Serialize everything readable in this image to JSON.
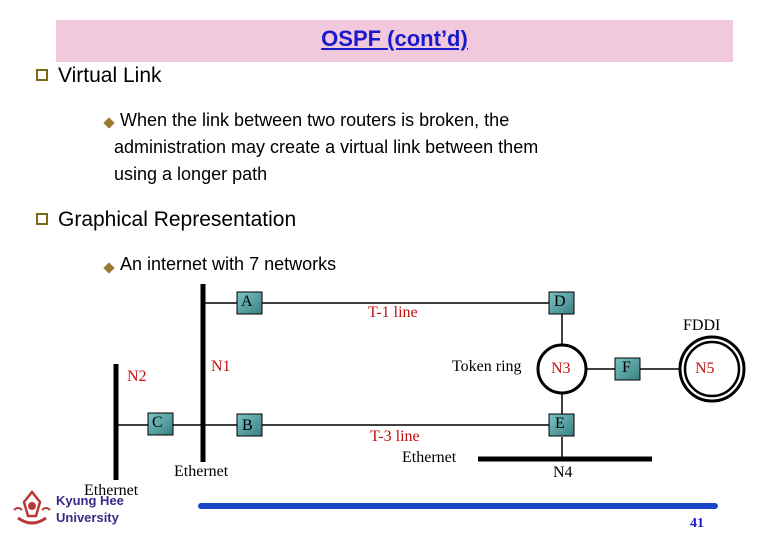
{
  "slide": {
    "title": "OSPF (cont’d)",
    "sections": [
      {
        "heading": "Virtual Link",
        "bullets": [
          "When the link between two routers is broken, the",
          "administration may create a virtual link between them",
          "using a longer path"
        ]
      },
      {
        "heading": "Graphical Representation",
        "bullets": [
          "An internet with 7 networks"
        ]
      }
    ],
    "footer": {
      "org_line1": "Kyung Hee",
      "org_line2": "University",
      "page": "41"
    }
  },
  "diagram": {
    "routers": [
      "A",
      "B",
      "C",
      "D",
      "E",
      "F"
    ],
    "labels": {
      "n1": "N1",
      "n2": "N2",
      "n3": "N3",
      "n4": "N4",
      "n5": "N5",
      "t1": "T-1 line",
      "t3": "T-3 line",
      "fddi": "FDDI",
      "token_ring": "Token ring",
      "ethernet_n1": "Ethernet",
      "ethernet_n2": "Ethernet",
      "ethernet_n4": "Ethernet"
    },
    "colors": {
      "router_fill": "#5aa0a0",
      "network_label": "#c01010"
    }
  }
}
